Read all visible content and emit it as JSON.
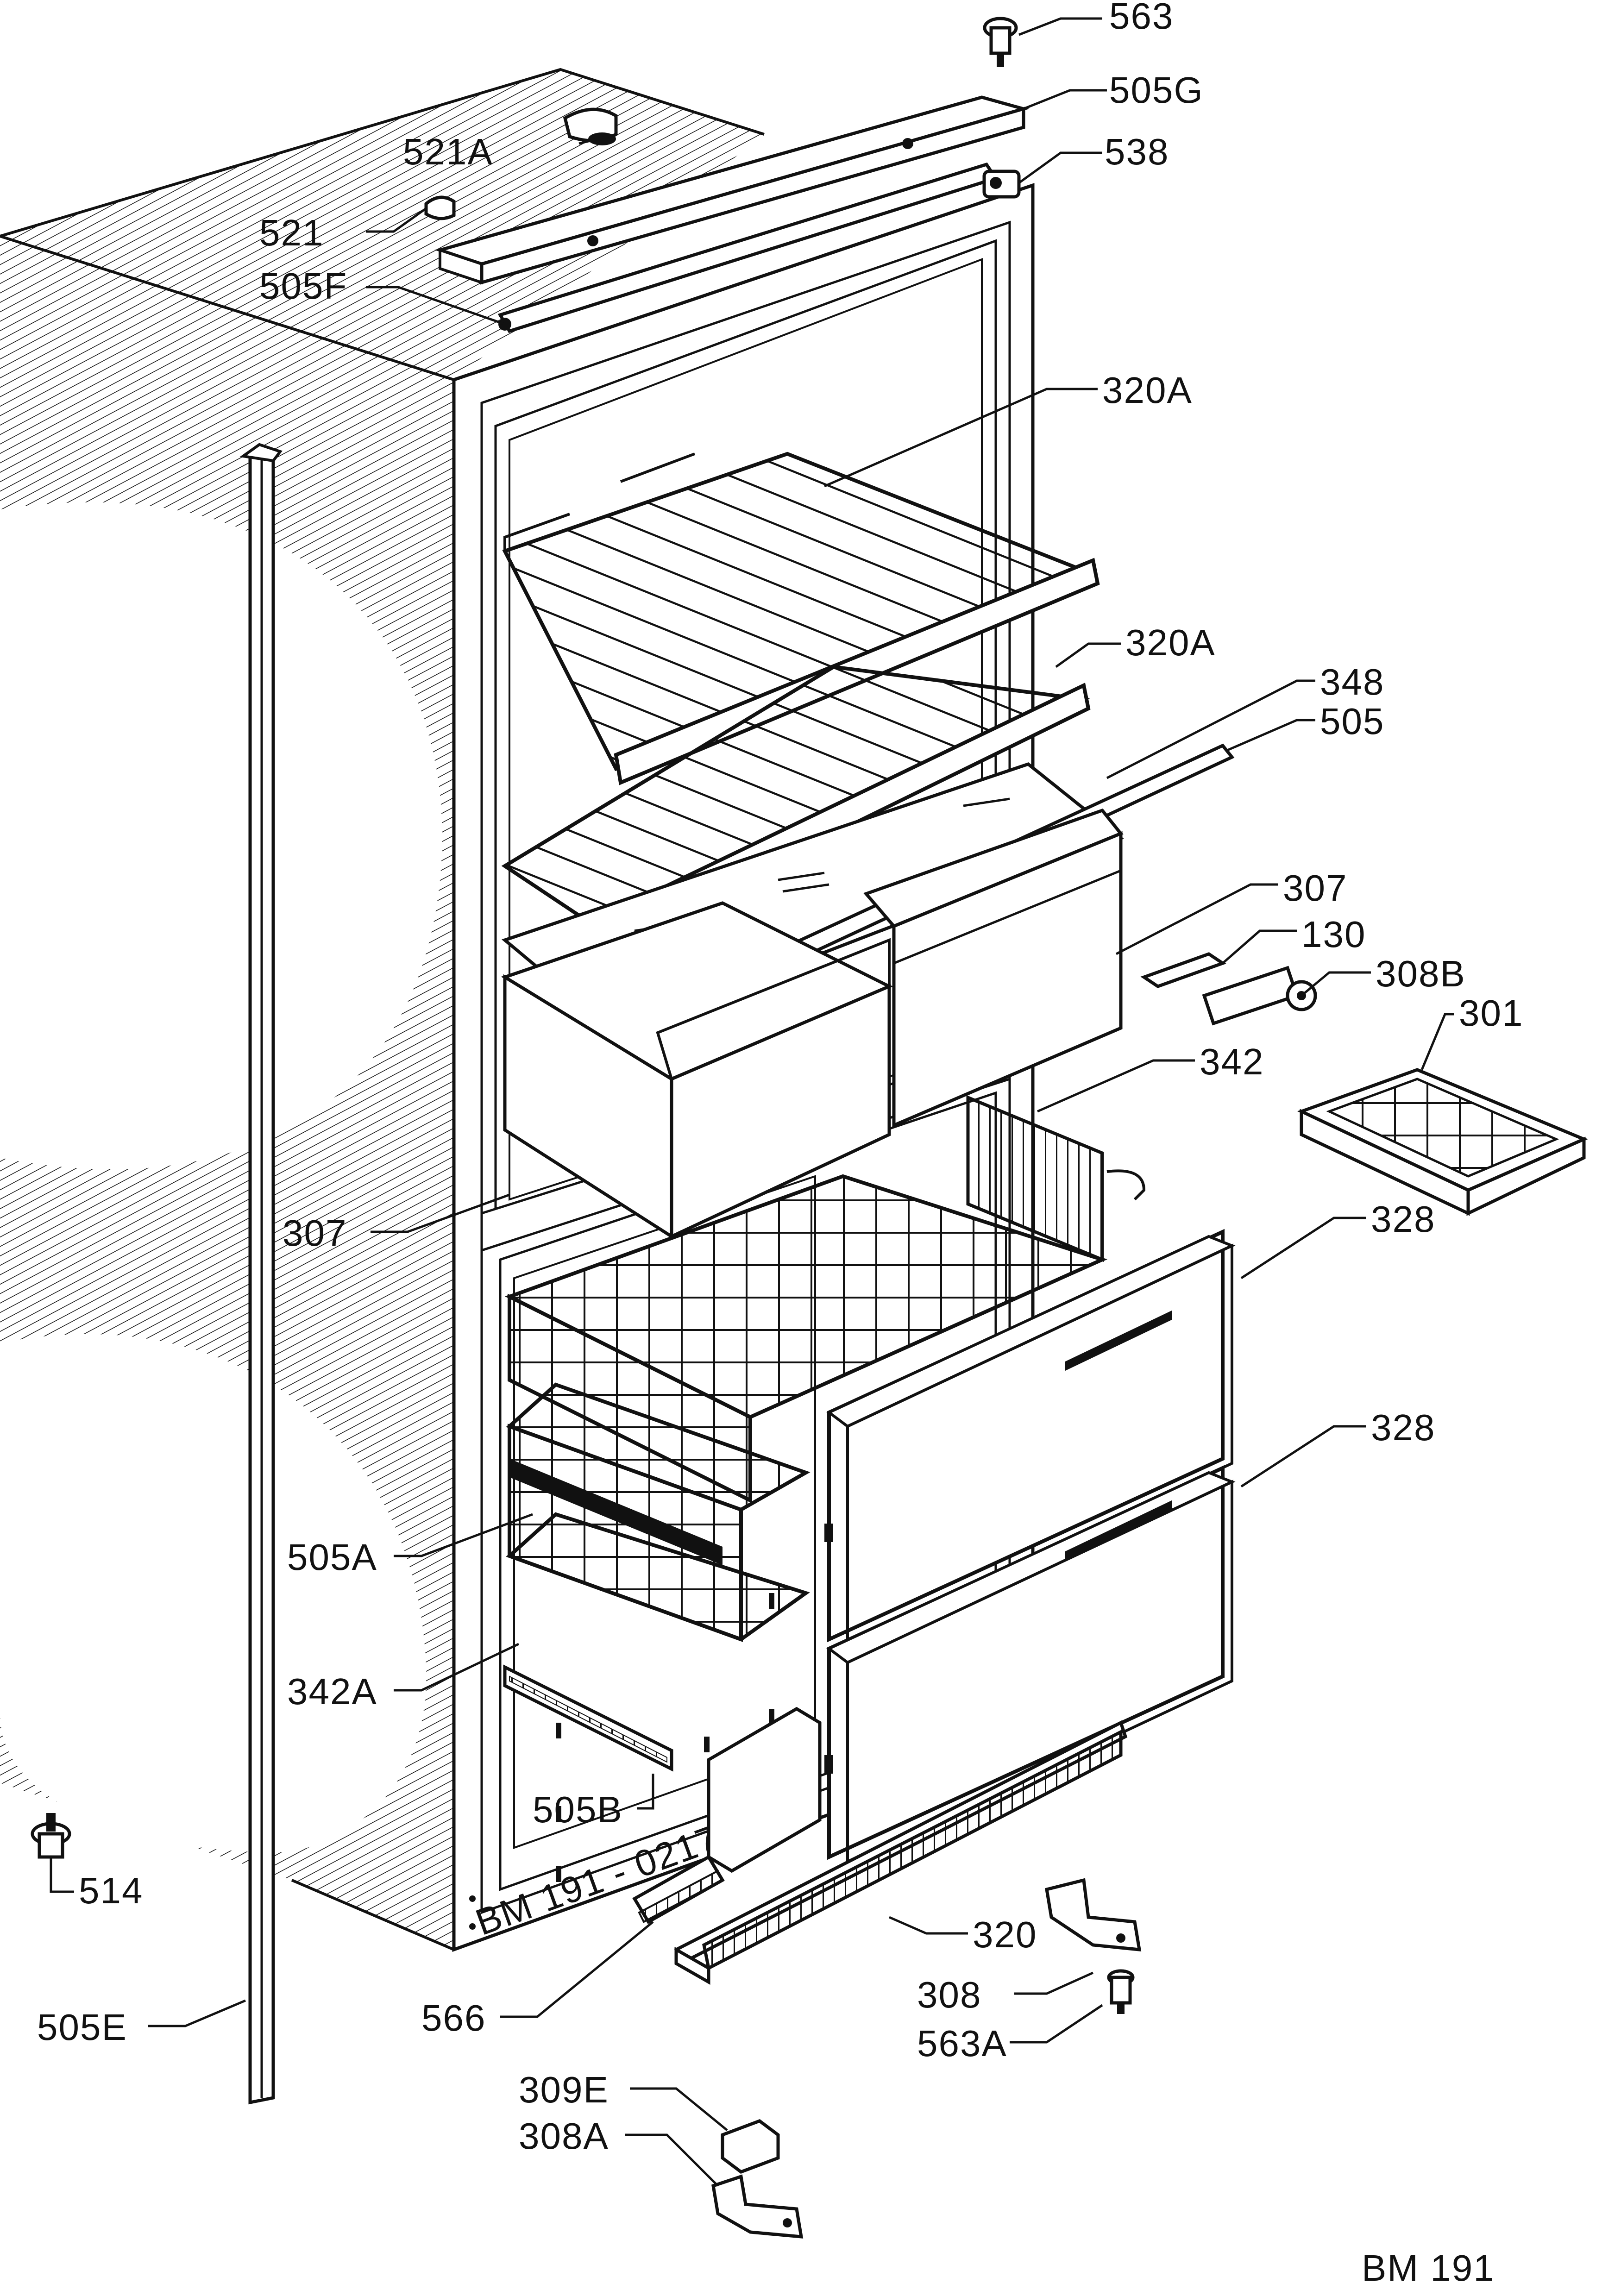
{
  "diagram": {
    "drawing_code": "BM 191",
    "side_marking": "BM 191 - 02171",
    "parts": [
      {
        "id": "p563",
        "label": "563"
      },
      {
        "id": "p505g",
        "label": "505G"
      },
      {
        "id": "p521a",
        "label": "521A"
      },
      {
        "id": "p538",
        "label": "538"
      },
      {
        "id": "p521",
        "label": "521"
      },
      {
        "id": "p505f",
        "label": "505F"
      },
      {
        "id": "p320a_top",
        "label": "320A"
      },
      {
        "id": "p320a_mid",
        "label": "320A"
      },
      {
        "id": "p348",
        "label": "348"
      },
      {
        "id": "p505",
        "label": "505"
      },
      {
        "id": "p307_r",
        "label": "307"
      },
      {
        "id": "p130",
        "label": "130"
      },
      {
        "id": "p308b",
        "label": "308B"
      },
      {
        "id": "p301",
        "label": "301"
      },
      {
        "id": "p342",
        "label": "342"
      },
      {
        "id": "p307_l",
        "label": "307"
      },
      {
        "id": "p328_top",
        "label": "328"
      },
      {
        "id": "p328_bot",
        "label": "328"
      },
      {
        "id": "p505a",
        "label": "505A"
      },
      {
        "id": "p342a",
        "label": "342A"
      },
      {
        "id": "p505b",
        "label": "505B"
      },
      {
        "id": "p514",
        "label": "514"
      },
      {
        "id": "p320",
        "label": "320"
      },
      {
        "id": "p566",
        "label": "566"
      },
      {
        "id": "p308",
        "label": "308"
      },
      {
        "id": "p563a",
        "label": "563A"
      },
      {
        "id": "p505e",
        "label": "505E"
      },
      {
        "id": "p309e",
        "label": "309E"
      },
      {
        "id": "p308a",
        "label": "308A"
      }
    ]
  }
}
